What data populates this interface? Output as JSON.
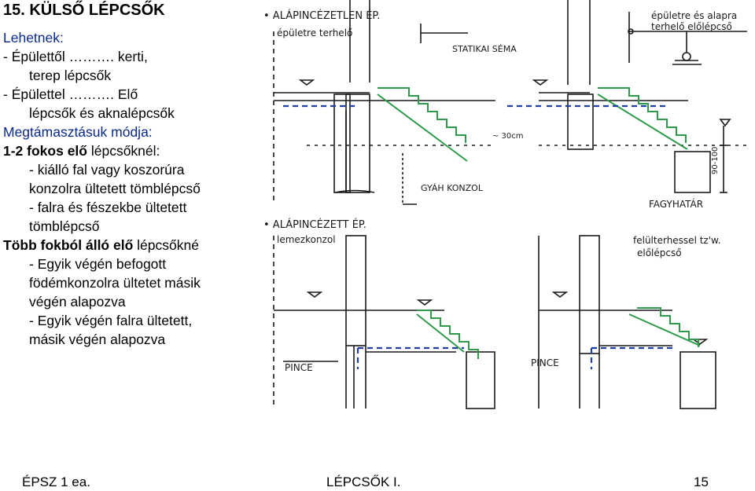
{
  "slide": {
    "title": "15. KÜLSŐ LÉPCSŐK",
    "lines": [
      {
        "text": "Lehetnek:",
        "style": "blue"
      },
      {
        "text": "-   Épülettől ………. kerti,",
        "style": "plain"
      },
      {
        "text": "terep lépcsők",
        "style": "indent"
      },
      {
        "text": "-   Épülettel ………. Elő",
        "style": "plain"
      },
      {
        "text": "lépcsők és aknalépcsők",
        "style": "indent"
      },
      {
        "text": "Megtámasztásuk módja:",
        "style": "blue"
      },
      {
        "segments": [
          {
            "text": "1-2 fokos elő",
            "bold": true
          },
          {
            "text": " lépcsőknél:",
            "bold": false
          }
        ]
      },
      {
        "text": "- kiálló fal vagy koszorúra",
        "style": "indent"
      },
      {
        "text": "konzolra ültetett tömblépcső",
        "style": "indent"
      },
      {
        "text": "- falra és fészekbe ültetett",
        "style": "indent"
      },
      {
        "text": "tömblépcső",
        "style": "indent"
      },
      {
        "segments": [
          {
            "text": "Több fokból álló elő",
            "bold": true
          },
          {
            "text": " lépcsőkné",
            "bold": false
          }
        ]
      },
      {
        "text": "- Egyik végén befogott",
        "style": "indent"
      },
      {
        "text": "födémkonzolra ültetet másik",
        "style": "indent"
      },
      {
        "text": "végén alapozva",
        "style": "indent"
      },
      {
        "text": "- Egyik végén falra ültetett,",
        "style": "indent"
      },
      {
        "text": "másik végén alapozva",
        "style": "indent"
      }
    ]
  },
  "sketch": {
    "labels": {
      "alapincezetlen": "• ALÁPINCÉZETLEN ÉP.",
      "epuletre_terhelo": "épületre terhelő",
      "statikai_sema": "STATIKAI SÉMA",
      "epuletre_es_alapra_1": "épületre és alapra",
      "epuletre_es_alapra_2": "terhelő előlépcső",
      "csuklo": "~ 30cm",
      "gyah_konzol": "GYÁH KONZOL",
      "fagyhatar": "FAGYHATÁR",
      "fagy_dim": "90-100",
      "alapincezett": "• ALÁPINCÉZETT ÉP.",
      "lemezkonzol": "lemezkonzol",
      "feluletessel_1": "felülterhessel tz'w.",
      "feluletessel_2": "előlépcső",
      "pince_left": "PINCE",
      "pince_right": "PINCE"
    },
    "colors": {
      "stair": "#2e9a4a",
      "dashed": "#1f3ea8",
      "ink": "#1a1a1a"
    }
  },
  "footer": {
    "left": "ÉPSZ 1 ea.",
    "center": "LÉPCSŐK I.",
    "page": "15"
  }
}
